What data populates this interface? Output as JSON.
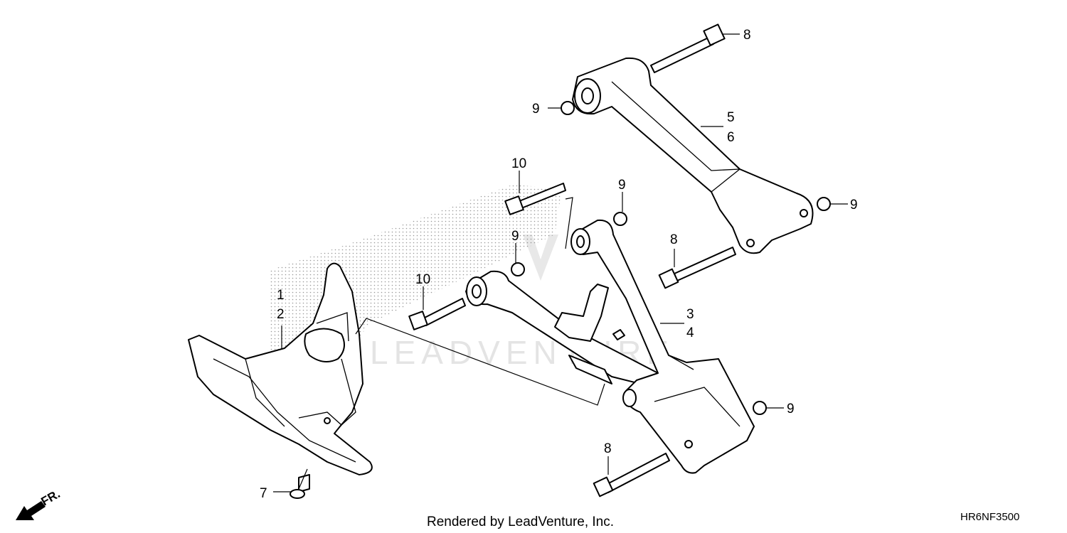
{
  "callouts": {
    "c1": "1",
    "c2": "2",
    "c3": "3",
    "c4": "4",
    "c5": "5",
    "c6": "6",
    "c7": "7",
    "c8a": "8",
    "c8b": "8",
    "c8c": "8",
    "c9a": "9",
    "c9b": "9",
    "c9c": "9",
    "c9d": "9",
    "c9e": "9",
    "c10a": "10",
    "c10b": "10"
  },
  "direction_label": "FR.",
  "watermark": "LEADVENTURE",
  "footer": {
    "credit": "Rendered by LeadVenture, Inc.",
    "diagram_code": "HR6NF3500"
  }
}
